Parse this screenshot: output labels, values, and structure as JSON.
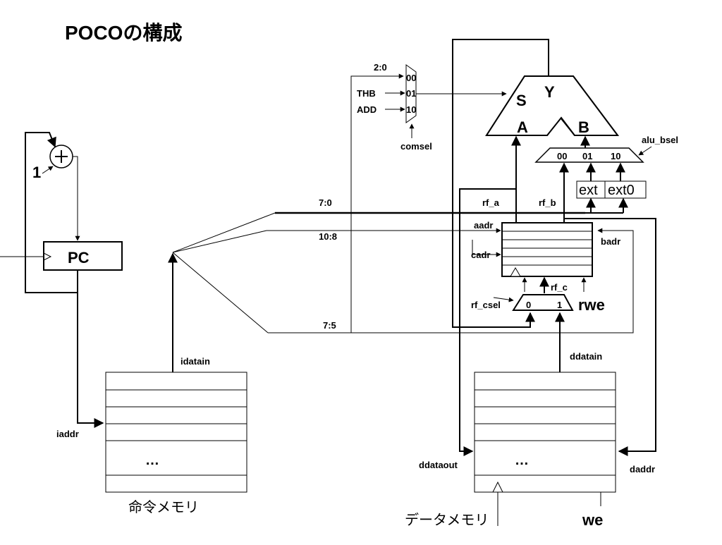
{
  "title": "POCOの構成",
  "pc": {
    "label": "PC",
    "increment": "1"
  },
  "mux_sel": {
    "bits": "2:0",
    "in0": "00",
    "in1": "01",
    "in2": "10",
    "src1": "THB",
    "src2": "ADD",
    "select": "comsel"
  },
  "alu": {
    "out": "Y",
    "select": "S",
    "in_a": "A",
    "in_b": "B"
  },
  "mux_b": {
    "in0": "00",
    "in1": "01",
    "in2": "10",
    "select": "alu_bsel"
  },
  "ext": {
    "ext": "ext",
    "ext0": "ext0"
  },
  "regfile": {
    "rf_a": "rf_a",
    "rf_b": "rf_b",
    "aadr": "aadr",
    "cadr": "cadr",
    "badr": "badr",
    "rf_c": "rf_c",
    "rf_csel": "rf_csel",
    "rwe": "rwe",
    "mux_in0": "0",
    "mux_in1": "1"
  },
  "fields": {
    "f1": "7:0",
    "f2": "10:8",
    "f3": "7:5"
  },
  "imem": {
    "data": "idatain",
    "addr": "iaddr",
    "ellipsis": "…",
    "caption": "命令メモリ"
  },
  "dmem": {
    "datain": "ddatain",
    "dataout": "ddataout",
    "addr": "daddr",
    "ellipsis": "…",
    "caption": "データメモリ",
    "we": "we"
  }
}
